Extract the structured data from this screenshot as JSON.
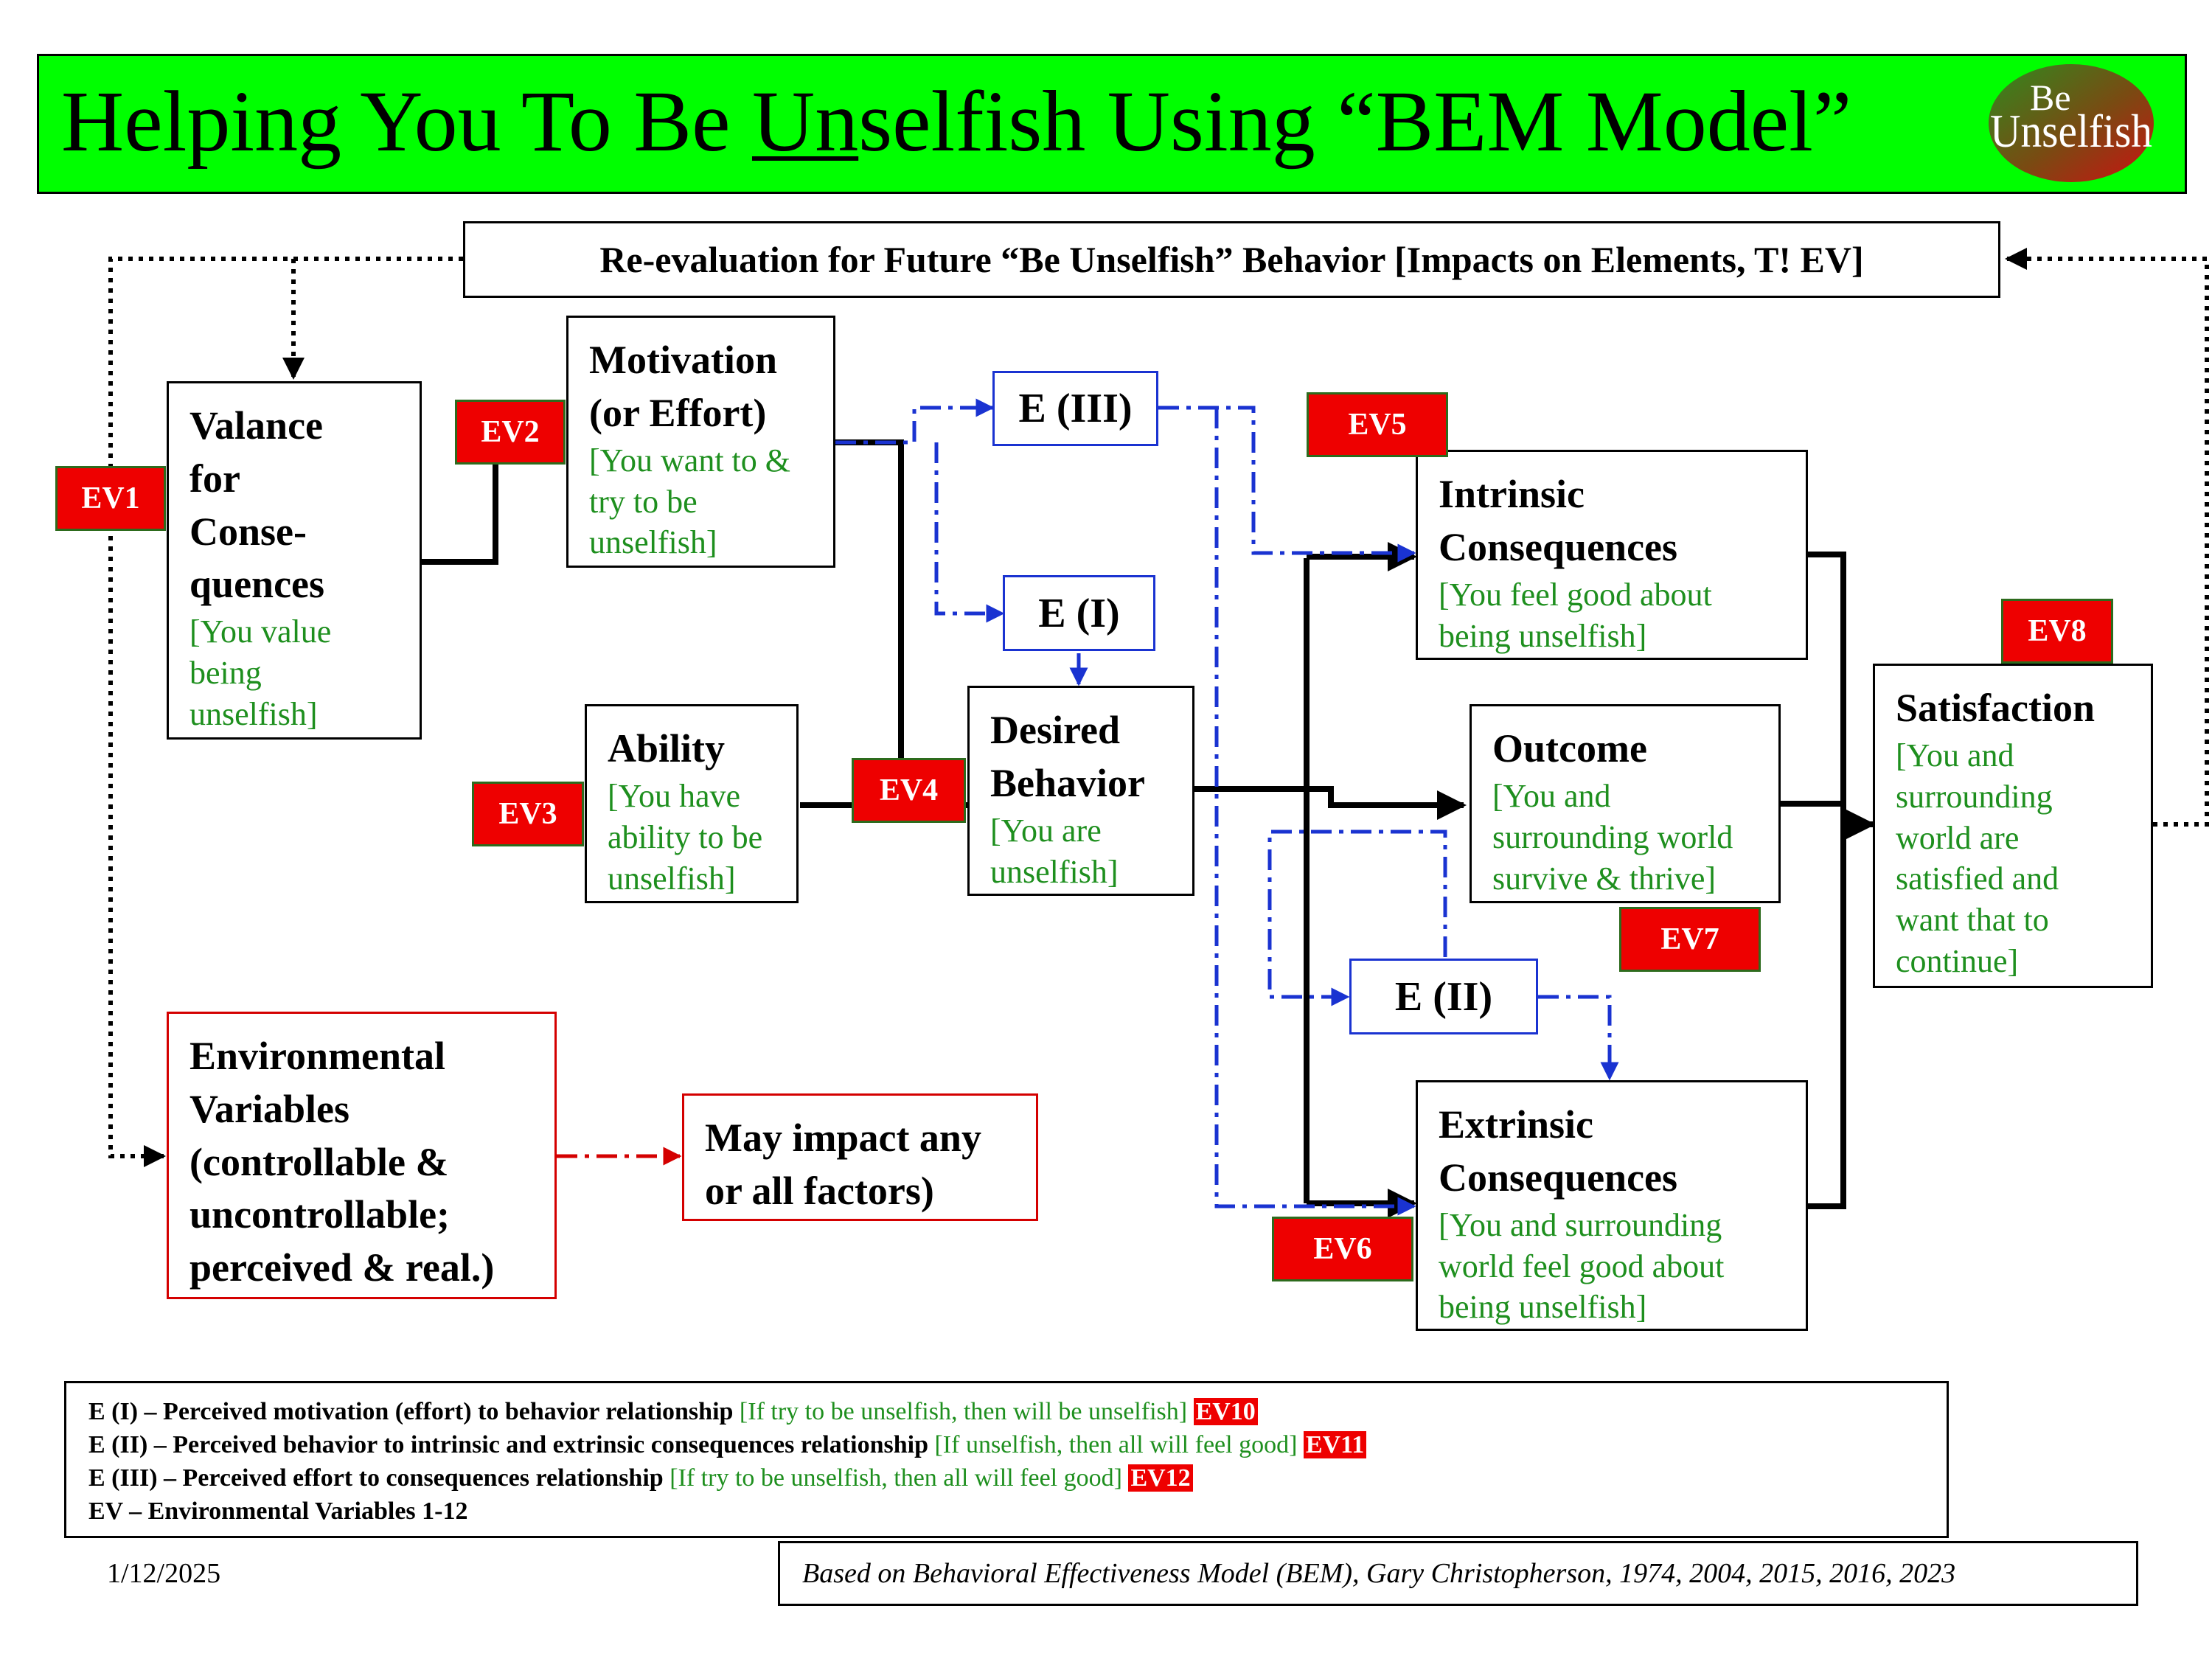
{
  "title": {
    "before": "Helping You To Be ",
    "underlined": "Un",
    "after": "selfish Using “BEM Model”"
  },
  "logo": {
    "line1": "Be",
    "line2": "Unselfish",
    "colors": [
      "#2e8b1f",
      "#cc1111"
    ]
  },
  "reevaluation": "Re-evaluation for Future “Be Unselfish” Behavior [Impacts on Elements, T! EV]",
  "boxes": {
    "valance": {
      "title_lines": [
        "Valance",
        "for",
        "Conse-",
        "quences"
      ],
      "desc_lines": [
        "[You value",
        "being",
        "unselfish]"
      ]
    },
    "motivation": {
      "title_lines": [
        "Motivation",
        "(or Effort)"
      ],
      "desc_lines": [
        "[You want to &",
        "try to be",
        "unselfish]"
      ]
    },
    "ability": {
      "title": "Ability",
      "desc_lines": [
        "[You have",
        "ability to be",
        "unselfish]"
      ]
    },
    "desired": {
      "title_lines": [
        "Desired",
        "Behavior"
      ],
      "desc_lines": [
        "[You are",
        "unselfish]"
      ]
    },
    "intrinsic": {
      "title_lines": [
        "Intrinsic",
        "Consequences"
      ],
      "desc_lines": [
        "[You feel good about",
        "being unselfish]"
      ]
    },
    "outcome": {
      "title": "Outcome",
      "desc_lines": [
        "[You and",
        "surrounding world",
        "survive & thrive]"
      ]
    },
    "extrinsic": {
      "title_lines": [
        "Extrinsic",
        "Consequences"
      ],
      "desc_lines": [
        "[You and surrounding",
        "world feel good about",
        "being unselfish]"
      ]
    },
    "satisfaction": {
      "title": "Satisfaction",
      "desc_lines": [
        "[You and",
        "surrounding",
        "world are",
        "satisfied and",
        "want that to",
        "continue]"
      ]
    },
    "environmental": {
      "title_lines": [
        "Environmental",
        "Variables",
        "(controllable &",
        "uncontrollable;",
        "perceived & real.)"
      ]
    },
    "impact": {
      "title_lines": [
        "May impact any",
        "or all factors)"
      ]
    }
  },
  "expectancies": {
    "e3": "E (III)",
    "e1": "E (I)",
    "e2": "E (II)"
  },
  "ev_labels": {
    "ev1": "EV1",
    "ev2": "EV2",
    "ev3": "EV3",
    "ev4": "EV4",
    "ev5": "EV5",
    "ev6": "EV6",
    "ev7": "EV7",
    "ev8": "EV8"
  },
  "legend": [
    {
      "bold": "E (I) – Perceived motivation (effort) to behavior relationship",
      "green": "[If try to be unselfish, then will be unselfish]",
      "ev": "EV10"
    },
    {
      "bold": "E (II) – Perceived behavior to intrinsic and extrinsic consequences relationship",
      "green": "[If unselfish, then all will feel good]",
      "ev": "EV11"
    },
    {
      "bold": "E (III) – Perceived effort to consequences relationship",
      "green": "[If try to be unselfish, then all will feel good]",
      "ev": "EV12"
    },
    {
      "bold": "EV – Environmental Variables 1-12",
      "green": "",
      "ev": ""
    }
  ],
  "date": "1/12/2025",
  "credit": "Based on Behavioral Effectiveness Model (BEM), Gary Christopherson, 1974, 2004, 2015, 2016, 2023",
  "colors": {
    "banner": "#00ff00",
    "ev_fill": "#ee0000",
    "green_text": "#1e8f1e",
    "blue_lines": "#1a33d1",
    "red_lines": "#d40000"
  }
}
